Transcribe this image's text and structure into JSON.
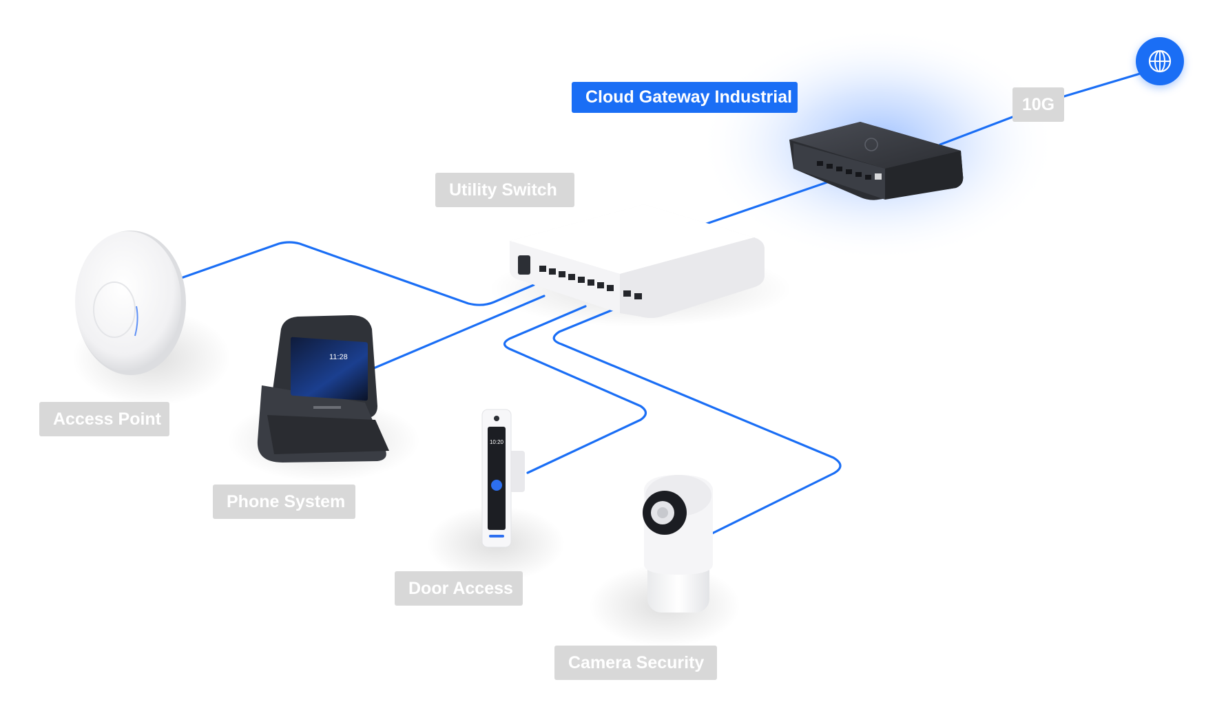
{
  "labels": {
    "gateway": "Cloud Gateway Industrial",
    "uplink": "10G",
    "switch": "Utility Switch",
    "access_point": "Access Point",
    "phone": "Phone System",
    "door": "Door Access",
    "camera": "Camera Security"
  },
  "phone_screen_time": "11:28",
  "door_screen_time": "10:20",
  "icons": {
    "internet": "globe-icon"
  },
  "colors": {
    "accent": "#1a6ef5",
    "cable": "#1a6ef5",
    "label_bg": "#d8d8d8",
    "label_text": "#ffffff",
    "gateway_body": "#3a3d44",
    "device_white": "#f6f6f7"
  }
}
